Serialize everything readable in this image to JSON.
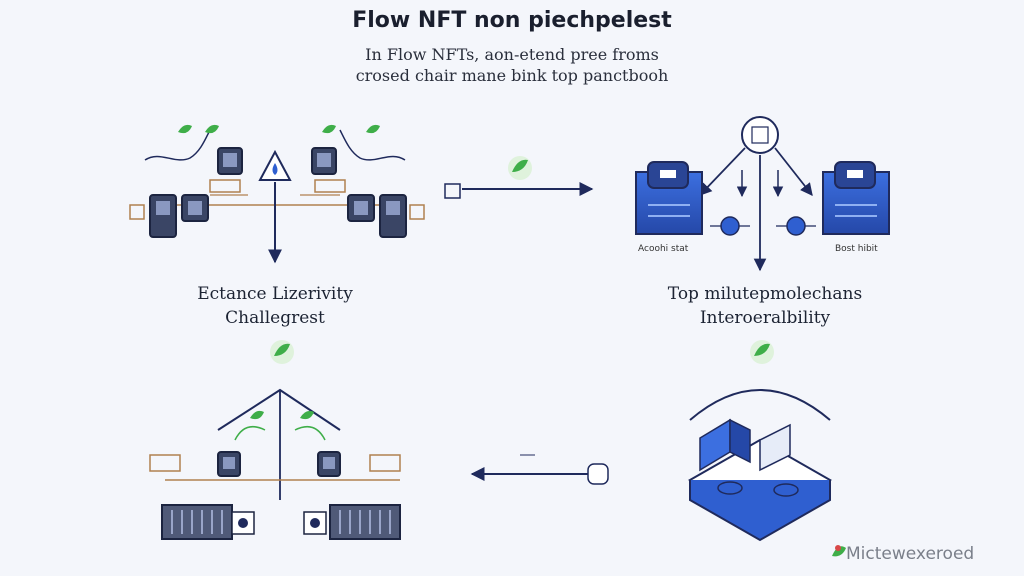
{
  "header": {
    "title": "Flow NFT non piechpelest",
    "subtitle_lines": [
      "In Flow NFTs, aon-etend pree froms",
      "crosed chair mane bink top panctbooh"
    ]
  },
  "sections": {
    "left_label_lines": [
      "Ectance Lizerivity",
      "Challegrest"
    ],
    "right_label_lines": [
      "Top milutepmolechans",
      "Interoeralbility"
    ]
  },
  "diagram_labels": {
    "left_node_label": "Acoohi stat",
    "right_node_label": "Bost hibit"
  },
  "watermark": "Mictewexeroed",
  "colors": {
    "accent_blue": "#2f5fd0",
    "dark_navy": "#1f2a5c",
    "leaf_green": "#3fae49",
    "background": "#f4f6fb"
  }
}
